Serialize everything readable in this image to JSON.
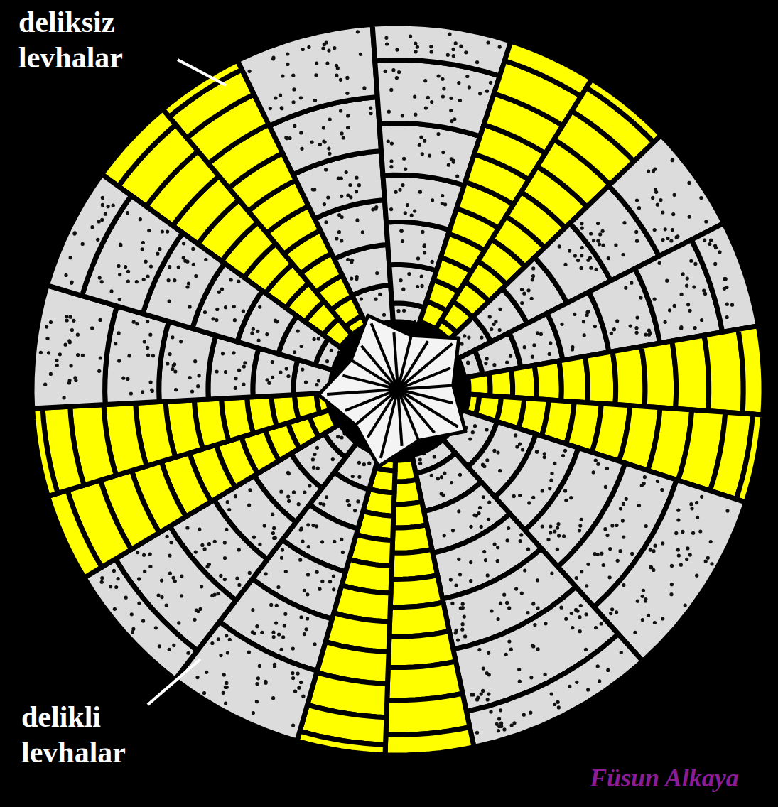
{
  "diagram": {
    "labels": [
      "deliksiz levhalar",
      "delikli levhalar",
      "Füsun Alkaya"
    ]
  }
}
